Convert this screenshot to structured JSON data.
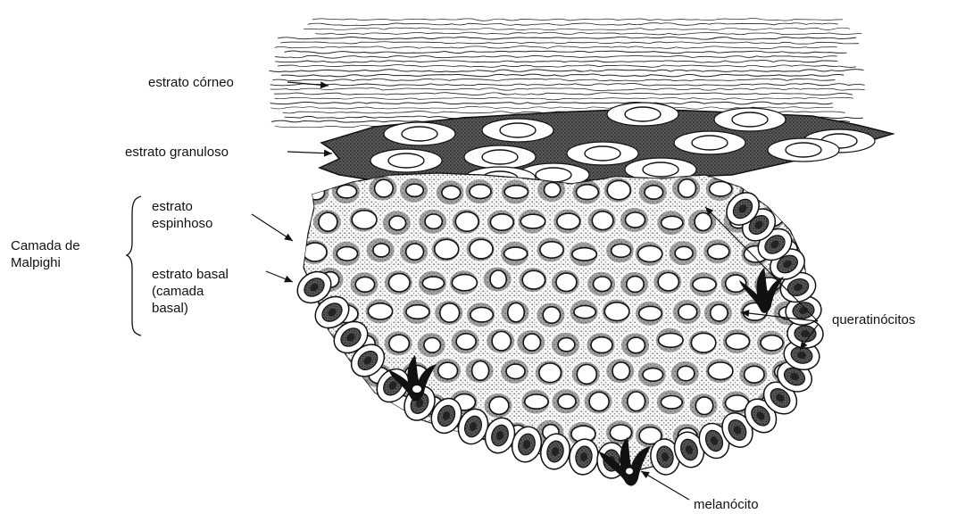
{
  "labels": {
    "estrato_corneo": "estrato córneo",
    "estrato_granuloso": "estrato granuloso",
    "estrato_espinhoso": "estrato\nespinhoso",
    "camada_malpighi": "Camada de\nMalpighi",
    "estrato_basal": "estrato basal\n(camada\nbasal)",
    "queratinocitos": "queratinócitos",
    "melanocito": "melanócito"
  },
  "colors": {
    "ink": "#111111",
    "stipple": "#9a9a9a",
    "background": "#ffffff"
  }
}
